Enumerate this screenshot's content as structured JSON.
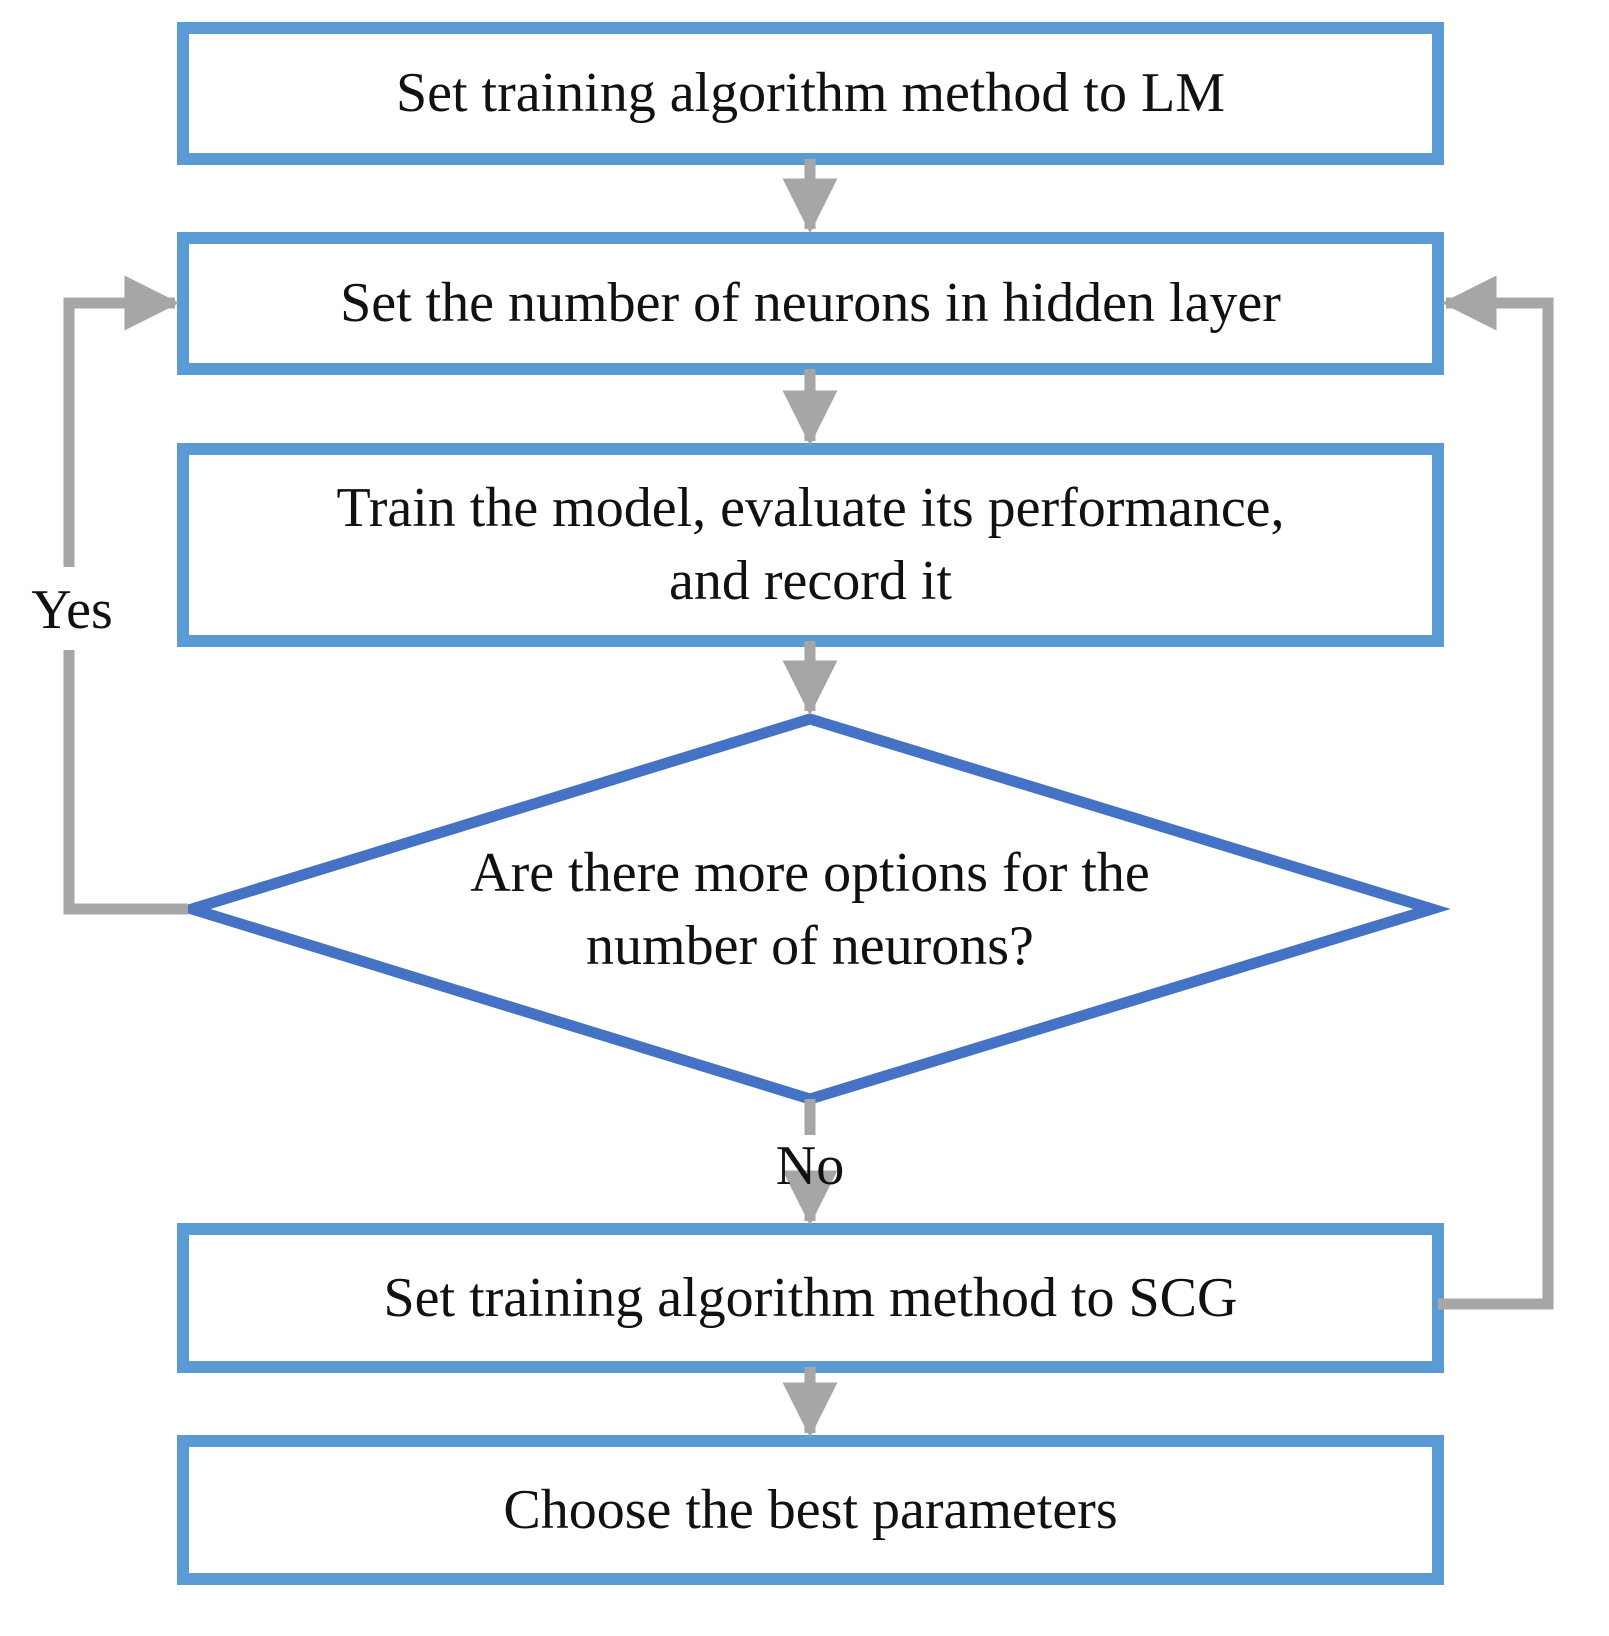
{
  "diagram": {
    "type": "flowchart",
    "colors": {
      "box_border": "#5b9bd5",
      "diamond_border": "#4472c4",
      "arrow": "#a6a6a6",
      "text": "#111111",
      "background": "#ffffff"
    },
    "nodes": {
      "set_lm": "Set training algorithm method to  LM",
      "set_neurons": "Set the number of neurons in hidden layer",
      "train_eval": "Train the model, evaluate its performance,\nand record it",
      "decision": "Are there more options for the\nnumber of neurons?",
      "set_scg": "Set training algorithm method to  SCG",
      "choose_best": "Choose the best parameters"
    },
    "edge_labels": {
      "yes": "Yes",
      "no": "No"
    }
  }
}
